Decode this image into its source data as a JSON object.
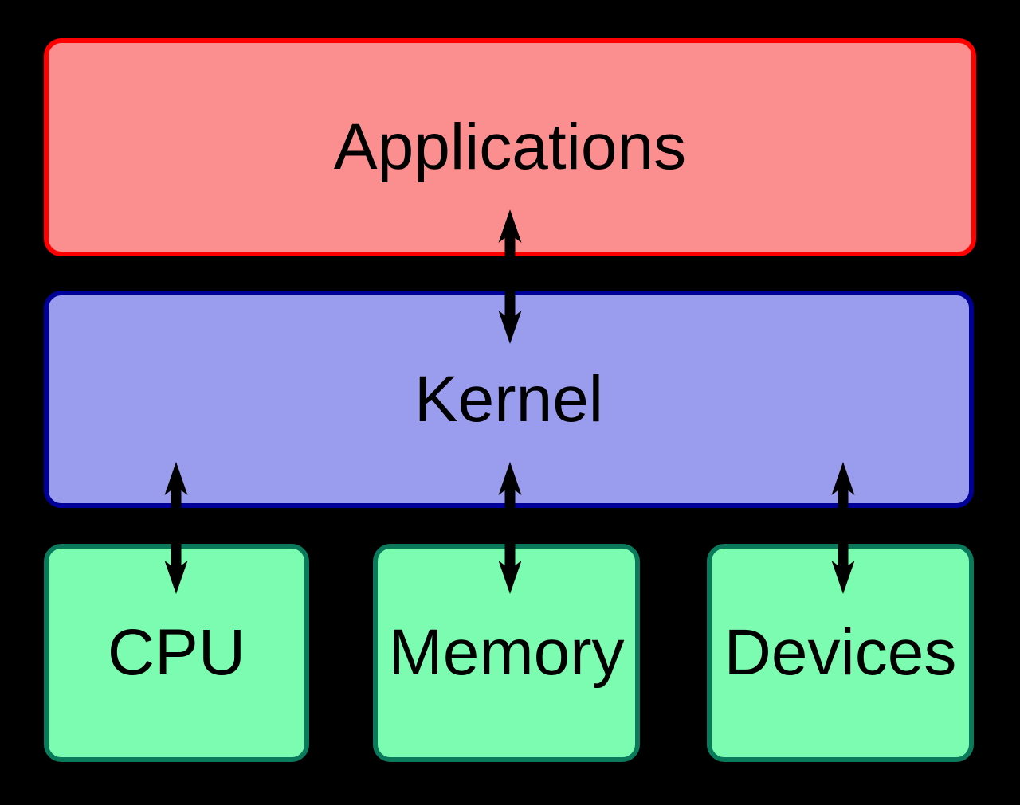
{
  "diagram": {
    "type": "os-kernel-architecture",
    "nodes": {
      "applications": {
        "label": "Applications",
        "fill": "#fb8e8e",
        "stroke": "#ff0000"
      },
      "kernel": {
        "label": "Kernel",
        "fill": "#9a9ded",
        "stroke": "#000099"
      },
      "cpu": {
        "label": "CPU",
        "fill": "#7bfcb0",
        "stroke": "#0b7a5c"
      },
      "memory": {
        "label": "Memory",
        "fill": "#7bfcb0",
        "stroke": "#0b7a5c"
      },
      "devices": {
        "label": "Devices",
        "fill": "#7bfcb0",
        "stroke": "#0b7a5c"
      }
    },
    "connections": [
      {
        "from": "applications",
        "to": "kernel",
        "style": "double-headed-arrow",
        "color": "#000000"
      },
      {
        "from": "kernel",
        "to": "cpu",
        "style": "double-headed-arrow",
        "color": "#000000"
      },
      {
        "from": "kernel",
        "to": "memory",
        "style": "double-headed-arrow",
        "color": "#000000"
      },
      {
        "from": "kernel",
        "to": "devices",
        "style": "double-headed-arrow",
        "color": "#000000"
      }
    ]
  },
  "colors": {
    "background": "#000000",
    "app-fill": "#fb8e8e",
    "app-stroke": "#ff0000",
    "kernel-fill": "#9a9ded",
    "kernel-stroke": "#000099",
    "hw-fill": "#7bfcb0",
    "hw-stroke": "#0b7a5c",
    "arrow": "#000000",
    "label": "#000000"
  }
}
